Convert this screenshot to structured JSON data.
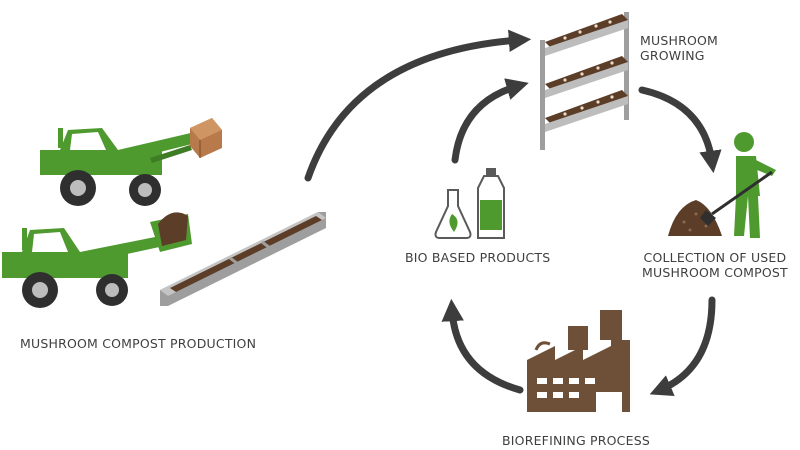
{
  "labels": {
    "compost_production": "MUSHROOM COMPOST PRODUCTION",
    "mushroom_growing": "MUSHROOM\nGROWING",
    "collection": "COLLECTION OF USED\nMUSHROOM COMPOST",
    "bio_based_products": "BIO BASED PRODUCTS",
    "biorefining_process": "BIOREFINING PROCESS"
  },
  "colors": {
    "accent_green": "#4e9a2f",
    "arrow_dark": "#3d3d3d",
    "factory_brown": "#6e5038",
    "compost_brown": "#5b3d28",
    "tray_grey": "#b9b9b9",
    "text": "#3f3f3f"
  },
  "icons": [
    "loader-tractor-icon",
    "compost-bin-icon",
    "mushroom-shelf-icon",
    "worker-shovel-icon",
    "factory-icon",
    "flask-bottle-icon",
    "cycle-arrow-icon"
  ]
}
